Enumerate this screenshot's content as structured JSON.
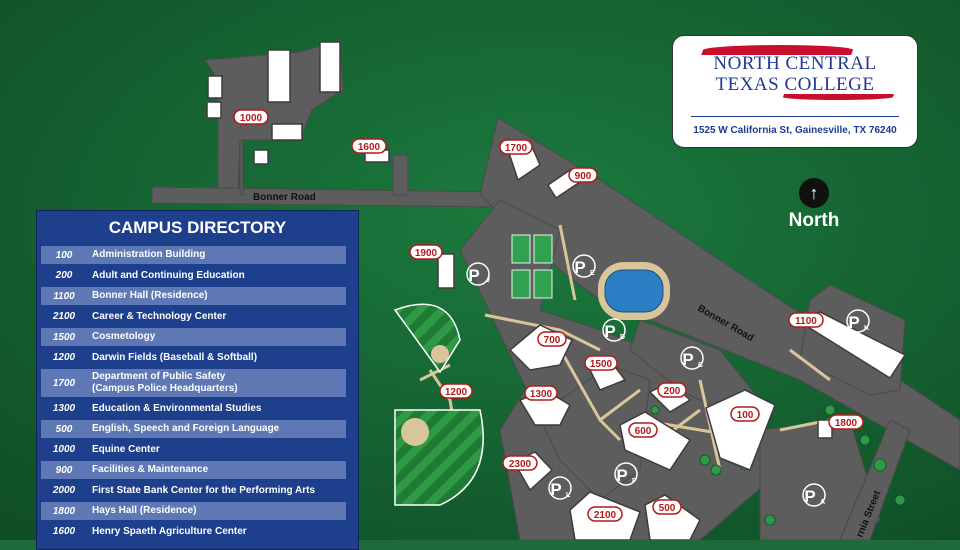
{
  "logo": {
    "name_line1": "NORTH CENTRAL",
    "name_line2": "TEXAS COLLEGE",
    "address": "1525 W California St, Gainesville, TX 76240"
  },
  "north": {
    "label": "North",
    "icon": "north-arrow-icon"
  },
  "roads": {
    "bonner1": "Bonner Road",
    "bonner2": "Bonner Road",
    "california": "rnia Street"
  },
  "buildings": {
    "b1000": "1000",
    "b1600": "1600",
    "b1700": "1700",
    "b900": "900",
    "b1900": "1900",
    "b700": "700",
    "b1500": "1500",
    "b1200": "1200",
    "b1300": "1300",
    "b200": "200",
    "b100": "100",
    "b600": "600",
    "b2300": "2300",
    "b2100": "2100",
    "b500": "500",
    "b1100": "1100",
    "b1800": "1800"
  },
  "parking": {
    "J": "J",
    "E": "E",
    "D": "D",
    "C": "C",
    "K": "K",
    "F": "F",
    "L": "L",
    "A": "A"
  },
  "directory": {
    "title": "CAMPUS DIRECTORY",
    "items": [
      {
        "num": "100",
        "name": "Administration Building"
      },
      {
        "num": "200",
        "name": "Adult and Continuing Education"
      },
      {
        "num": "1100",
        "name": "Bonner Hall (Residence)"
      },
      {
        "num": "2100",
        "name": "Career & Technology Center"
      },
      {
        "num": "1500",
        "name": "Cosmetology"
      },
      {
        "num": "1200",
        "name": "Darwin Fields (Baseball & Softball)"
      },
      {
        "num": "1700",
        "name": "Department of Public Safety",
        "name2": "(Campus Police Headquarters)"
      },
      {
        "num": "1300",
        "name": "Education & Environmental Studies"
      },
      {
        "num": "500",
        "name": "English, Speech and Foreign Language"
      },
      {
        "num": "1000",
        "name": "Equine Center"
      },
      {
        "num": "900",
        "name": "Facilities & Maintenance"
      },
      {
        "num": "2000",
        "name": "First State Bank Center for the Performing Arts"
      },
      {
        "num": "1800",
        "name": "Hays Hall (Residence)"
      },
      {
        "num": "1600",
        "name": "Henry Spaeth Agriculture Center"
      }
    ]
  },
  "colors": {
    "grass": "#1f6a3c",
    "road": "#5d5d5d",
    "building": "#ffffff",
    "label": "#b31b1b",
    "directory": "#1d3f8c"
  }
}
